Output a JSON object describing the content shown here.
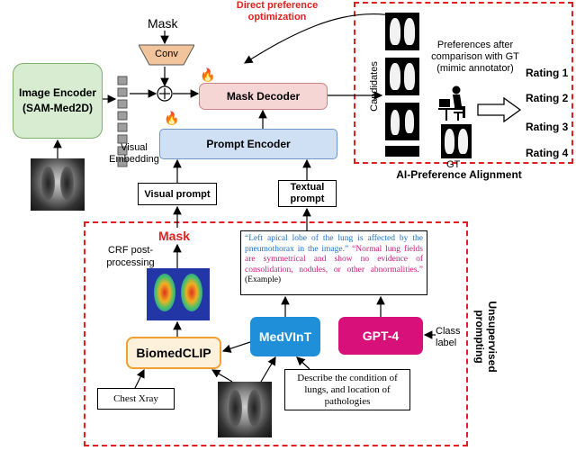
{
  "dpo_label": "Direct preference optimization",
  "mask_top_label": "Mask",
  "conv_label": "Conv",
  "image_encoder": {
    "line1": "Image Encoder",
    "line2": "(SAM-Med2D)"
  },
  "visual_embedding_label": "Visual Embedding",
  "mask_decoder_label": "Mask Decoder",
  "prompt_encoder_label": "Prompt Encoder",
  "visual_prompt_label": "Visual prompt",
  "textual_prompt_label": "Textual prompt",
  "candidates_label": "Candidates",
  "preferences_label": "Preferences after comparison with GT (mimic annotator)",
  "ratings": [
    "Rating 1",
    "Rating 2",
    "Rating 3",
    "Rating 4"
  ],
  "gt_label": "GT",
  "ai_alignment_label": "AI-Preference Alignment",
  "mask_red_label": "Mask",
  "crf_label": "CRF post-processing",
  "unsupervised_label": "Unsupervised prompting",
  "example_text": {
    "blue": "“Left apical lobe of the lung is affected by the pneumothorax in the image.”",
    "pink": "“Normal lung fields are symmetrical and show no evidence of consolidation, nodules, or other abnormalities.”",
    "suffix": "(Example)"
  },
  "biomedclip_label": "BiomedCLIP",
  "medvint_label": "MedVInT",
  "gpt4_label": "GPT-4",
  "class_label": "Class label",
  "chest_xray_label": "Chest Xray",
  "describe_label": "Describe the condition of lungs, and location of pathologies",
  "colors": {
    "dashed_red": "#e02020",
    "image_encoder_fill": "#d7ecd0",
    "mask_decoder_fill": "#f6d5d5",
    "prompt_encoder_fill": "#cfe0f5",
    "conv_fill": "#f2c49b",
    "biomedclip_border": "#f0a030",
    "medvint_fill": "#1e8fd8",
    "gpt4_fill": "#d8107a"
  }
}
